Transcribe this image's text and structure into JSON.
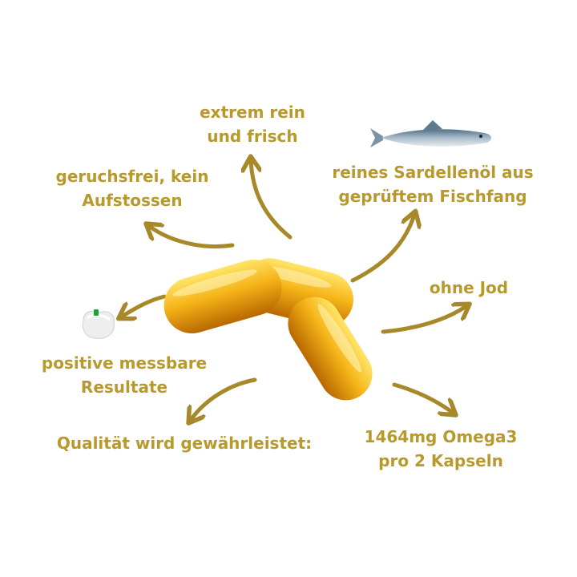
{
  "colors": {
    "text": "#b89a2c",
    "arrow": "#a8892a",
    "capsule_light": "#ffd84a",
    "capsule_mid": "#f3aa12",
    "capsule_dark": "#b66a00"
  },
  "icons": [
    "fish-icon",
    "sample-cup-icon"
  ],
  "labels": {
    "extreme_pure": {
      "line1": "extrem rein",
      "line2": "und frisch"
    },
    "odorless": {
      "line1": "geruchsfrei, kein",
      "line2": "Aufstossen"
    },
    "anchovy_oil": {
      "line1": "reines Sardellenöl aus",
      "line2": "geprüftem Fischfang"
    },
    "no_iodine": {
      "line1": "ohne Jod"
    },
    "results": {
      "line1": "positive messbare",
      "line2": "Resultate"
    },
    "quality": {
      "line1": "Qualität wird gewährleistet:"
    },
    "omega3": {
      "line1": "1464mg Omega3",
      "line2": "pro 2 Kapseln"
    }
  }
}
